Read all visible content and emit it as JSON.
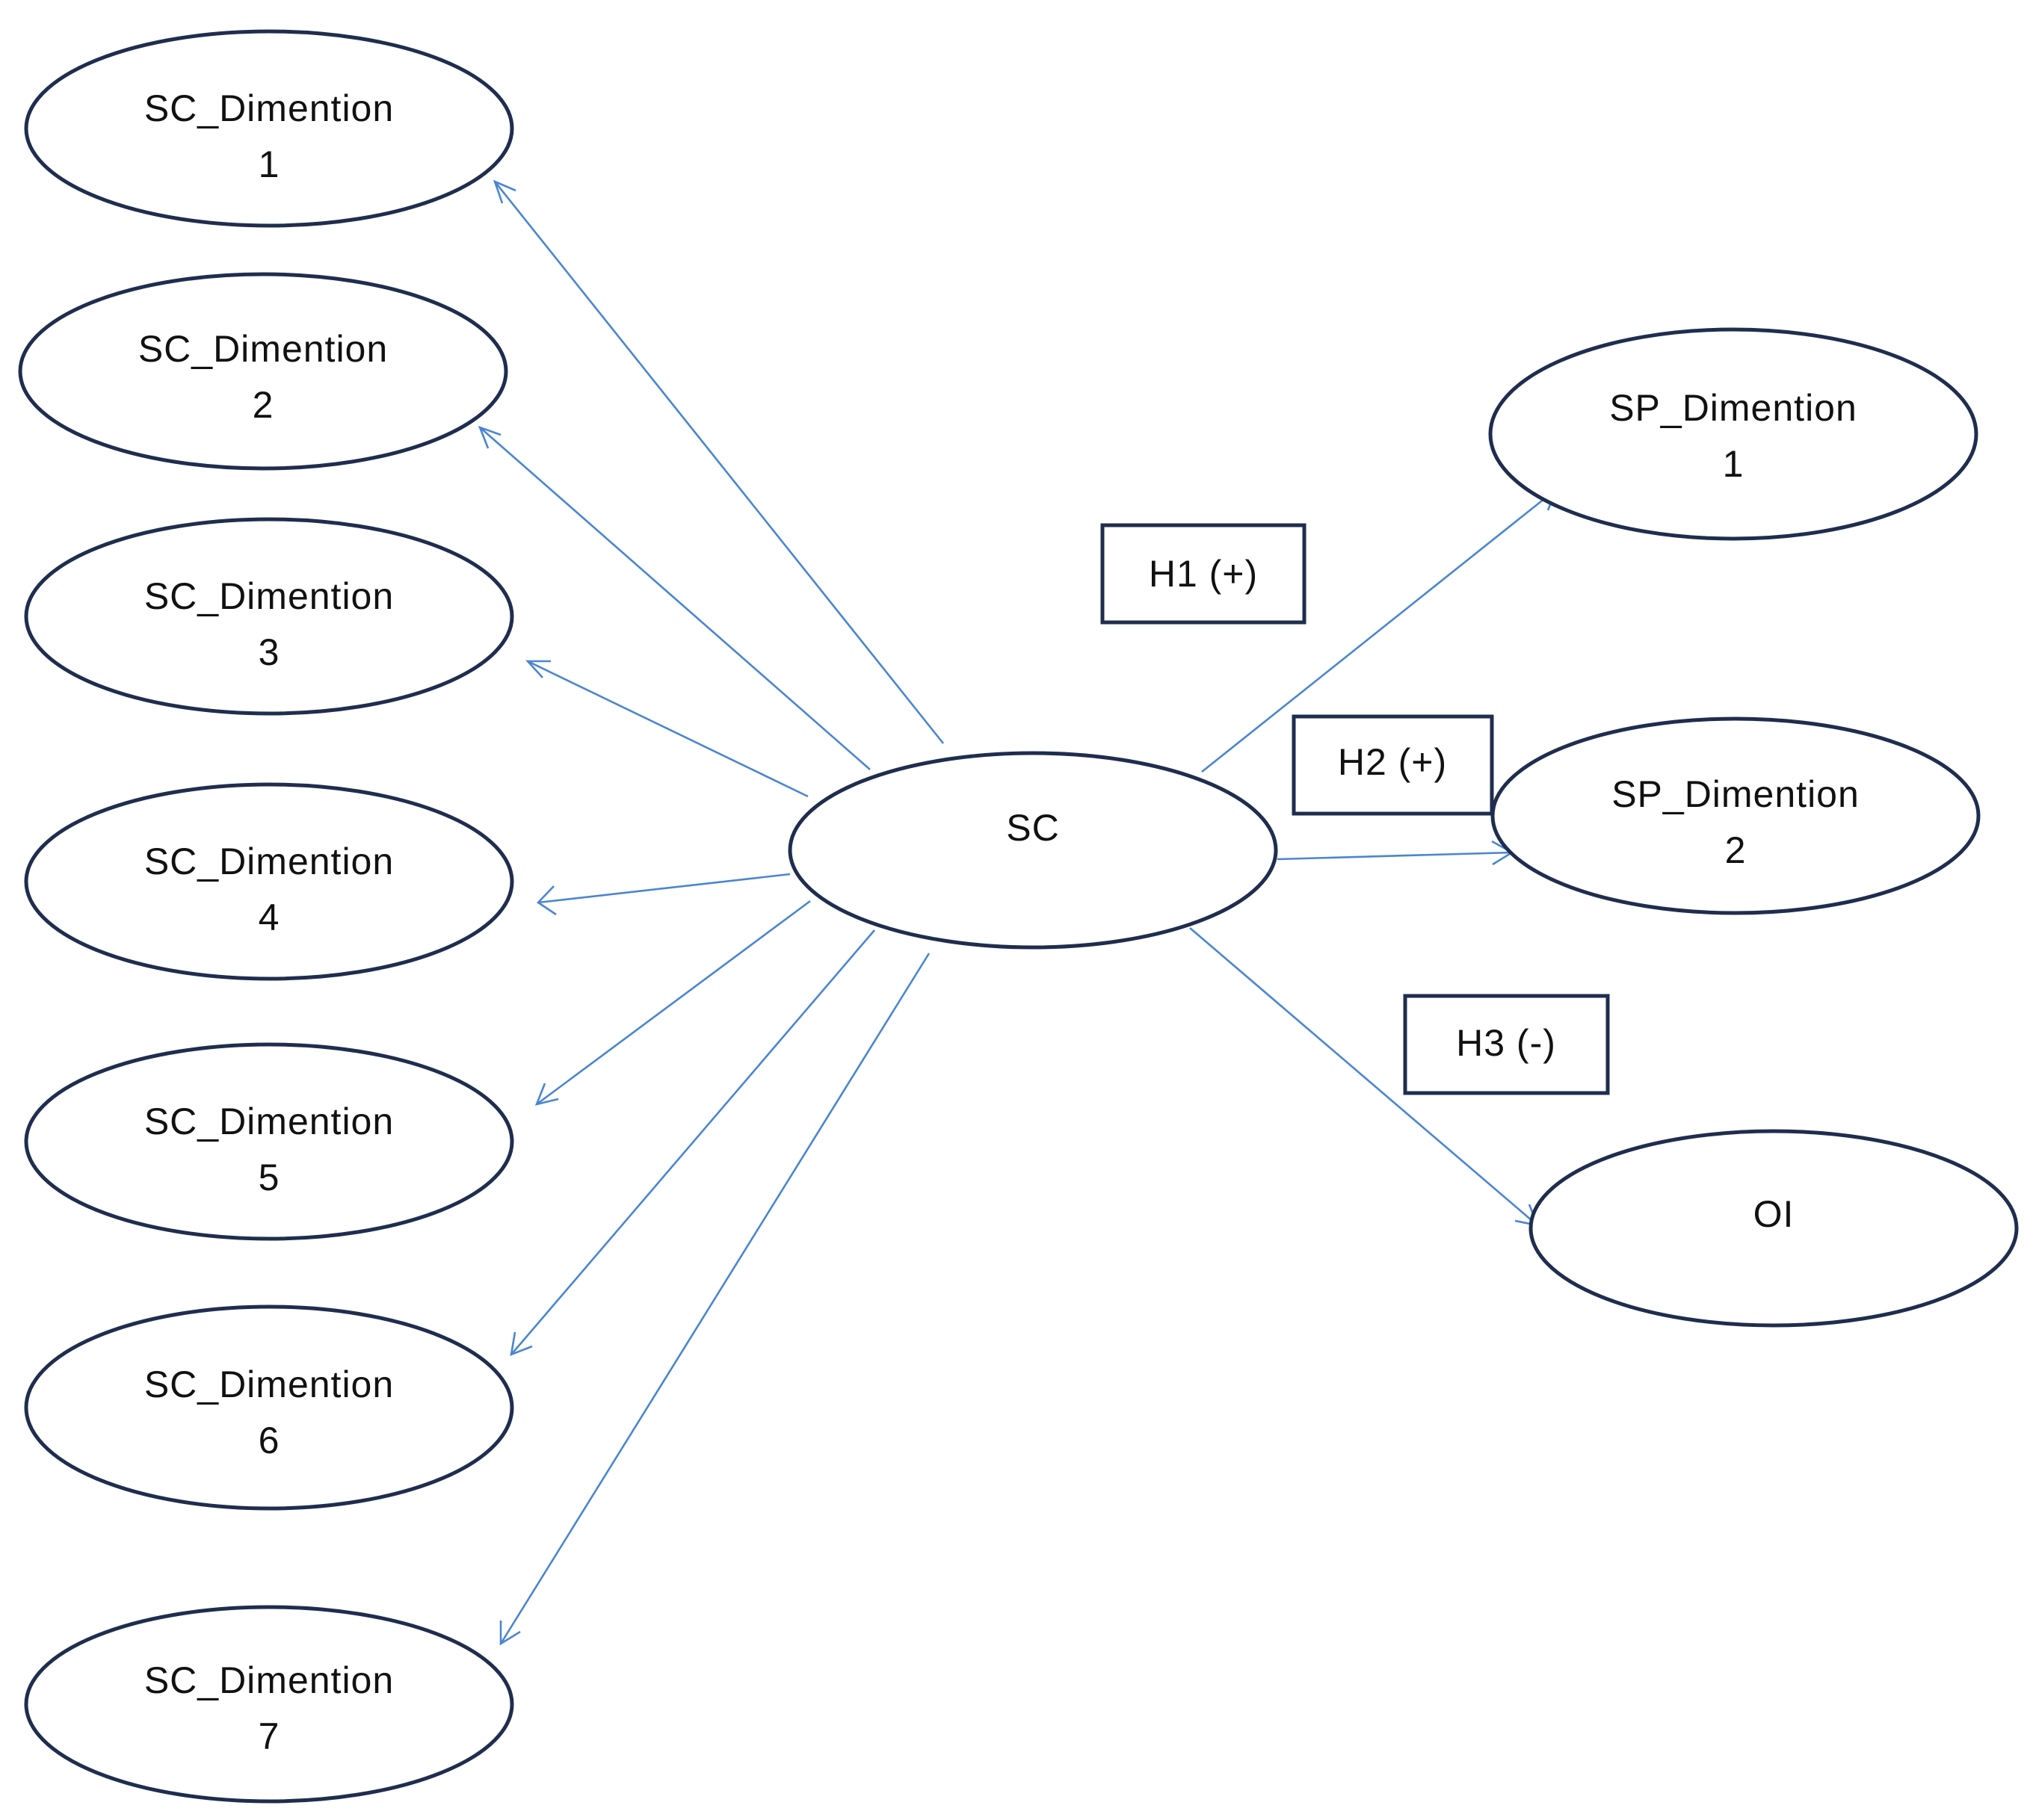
{
  "nodes": [
    {
      "id": "sc_dim_1",
      "lines": [
        "SC_Dimention",
        "1"
      ]
    },
    {
      "id": "sc_dim_2",
      "lines": [
        "SC_Dimention",
        "2"
      ]
    },
    {
      "id": "sc_dim_3",
      "lines": [
        "SC_Dimention",
        "3"
      ]
    },
    {
      "id": "sc_dim_4",
      "lines": [
        "SC_Dimention",
        "4"
      ]
    },
    {
      "id": "sc_dim_5",
      "lines": [
        "SC_Dimention",
        "5"
      ]
    },
    {
      "id": "sc_dim_6",
      "lines": [
        "SC_Dimention",
        "6"
      ]
    },
    {
      "id": "sc_dim_7",
      "lines": [
        "SC_Dimention",
        "7"
      ]
    },
    {
      "id": "sc",
      "lines": [
        "SC"
      ]
    },
    {
      "id": "sp_dim_1",
      "lines": [
        "SP_Dimention",
        "1"
      ]
    },
    {
      "id": "sp_dim_2",
      "lines": [
        "SP_Dimention",
        "2"
      ]
    },
    {
      "id": "oi",
      "lines": [
        "OI"
      ]
    }
  ],
  "hypotheses": [
    {
      "id": "h1",
      "label": "H1 (+)"
    },
    {
      "id": "h2",
      "label": "H2 (+)"
    },
    {
      "id": "h3",
      "label": "H3 (-)"
    }
  ],
  "edges": [
    {
      "from": "sc",
      "to": "sc_dim_1"
    },
    {
      "from": "sc",
      "to": "sc_dim_2"
    },
    {
      "from": "sc",
      "to": "sc_dim_3"
    },
    {
      "from": "sc",
      "to": "sc_dim_4"
    },
    {
      "from": "sc",
      "to": "sc_dim_5"
    },
    {
      "from": "sc",
      "to": "sc_dim_6"
    },
    {
      "from": "sc",
      "to": "sc_dim_7"
    },
    {
      "from": "sc",
      "to": "sp_dim_1"
    },
    {
      "from": "sc",
      "to": "sp_dim_2"
    },
    {
      "from": "sc",
      "to": "oi"
    }
  ],
  "colors": {
    "node_border": "#1f2d4e",
    "arrow": "#4a86d1",
    "text": "#111111",
    "background": "#ffffff"
  }
}
